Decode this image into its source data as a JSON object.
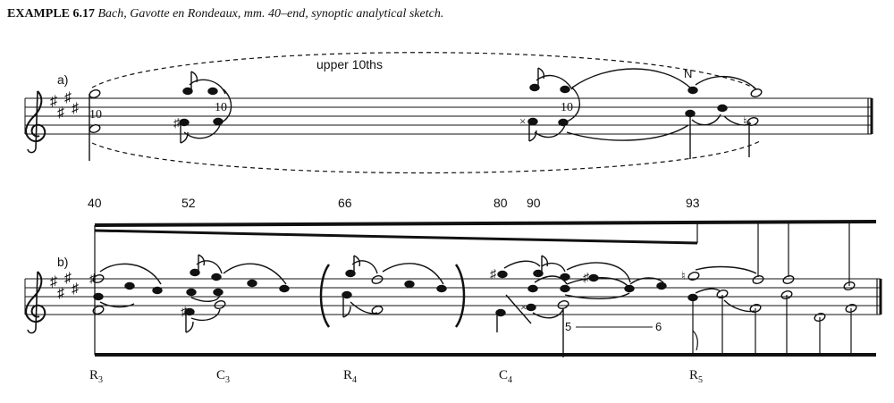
{
  "caption": {
    "label": "EXAMPLE 6.17",
    "text": "Bach, Gavotte en Rondeaux, mm. 40–end, synoptic analytical sketch."
  },
  "system_a": {
    "label": "a)",
    "annotation": "upper 10ths",
    "interval_labels": [
      "10",
      "10",
      "10"
    ],
    "neighbor_label": "N"
  },
  "system_b": {
    "label": "b)",
    "measure_numbers": [
      "40",
      "52",
      "66",
      "80",
      "90",
      "93"
    ],
    "figures": [
      "5",
      "6"
    ],
    "sections": [
      {
        "letter": "R",
        "sub": "3"
      },
      {
        "letter": "C",
        "sub": "3"
      },
      {
        "letter": "R",
        "sub": "4"
      },
      {
        "letter": "C",
        "sub": "4"
      },
      {
        "letter": "R",
        "sub": "5"
      }
    ]
  }
}
